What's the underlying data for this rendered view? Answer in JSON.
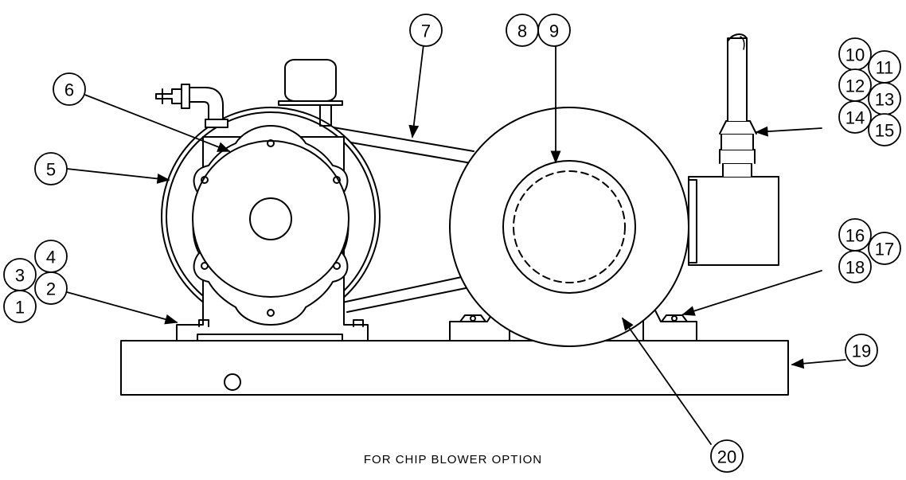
{
  "caption": "FOR CHIP BLOWER OPTION",
  "callouts": {
    "n1": "1",
    "n2": "2",
    "n3": "3",
    "n4": "4",
    "n5": "5",
    "n6": "6",
    "n7": "7",
    "n8": "8",
    "n9": "9",
    "n10": "10",
    "n11": "11",
    "n12": "12",
    "n13": "13",
    "n14": "14",
    "n15": "15",
    "n16": "16",
    "n17": "17",
    "n18": "18",
    "n19": "19",
    "n20": "20"
  }
}
